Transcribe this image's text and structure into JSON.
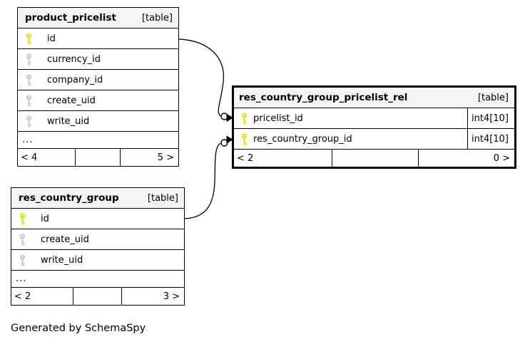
{
  "page": {
    "generated_by": "Generated by SchemaSpy"
  },
  "colors": {
    "background": "#ffffff",
    "header_bg": "#f4f4f4",
    "border": "#000000",
    "primary_key_icon": "#e3e300",
    "ref_key_icon": "#c9c9c9"
  },
  "tables": [
    {
      "name": "product_pricelist",
      "tag": "[table]",
      "columns": [
        {
          "name": "id",
          "key": "primary"
        },
        {
          "name": "currency_id",
          "key": "ref"
        },
        {
          "name": "company_id",
          "key": "ref"
        },
        {
          "name": "create_uid",
          "key": "ref"
        },
        {
          "name": "write_uid",
          "key": "ref"
        }
      ],
      "ellipsis": "...",
      "footer": {
        "children": "< 4",
        "middle": "",
        "parents": "5 >"
      }
    },
    {
      "name": "res_country_group_pricelist_rel",
      "tag": "[table]",
      "columns": [
        {
          "name": "pricelist_id",
          "key": "primary",
          "type": "int4[10]"
        },
        {
          "name": "res_country_group_id",
          "key": "primary",
          "type": "int4[10]"
        }
      ],
      "footer": {
        "children": "< 2",
        "middle": "",
        "parents": "0 >"
      }
    },
    {
      "name": "res_country_group",
      "tag": "[table]",
      "columns": [
        {
          "name": "id",
          "key": "primary"
        },
        {
          "name": "create_uid",
          "key": "ref"
        },
        {
          "name": "write_uid",
          "key": "ref"
        }
      ],
      "ellipsis": "...",
      "footer": {
        "children": "< 2",
        "middle": "",
        "parents": "3 >"
      }
    }
  ],
  "relationships": [
    {
      "from": "product_pricelist.id",
      "to": "res_country_group_pricelist_rel.pricelist_id"
    },
    {
      "from": "res_country_group.id",
      "to": "res_country_group_pricelist_rel.res_country_group_id"
    }
  ]
}
